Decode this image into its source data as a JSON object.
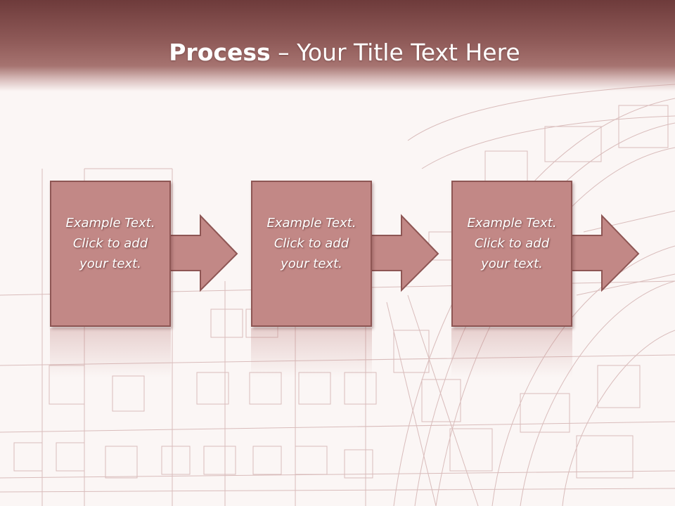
{
  "title": {
    "bold_part": "Process",
    "rest": " – Your Title Text Here"
  },
  "steps": [
    {
      "text": "Example Text.\nClick  to add\nyour text."
    },
    {
      "text": "Example Text.\nClick  to add\nyour text."
    },
    {
      "text": "Example Text.\nClick  to add\nyour text."
    }
  ],
  "colors": {
    "title_bar": "#8f5a58",
    "box_fill": "#c28886",
    "box_border": "#8e5654",
    "background": "#fbf6f5"
  }
}
